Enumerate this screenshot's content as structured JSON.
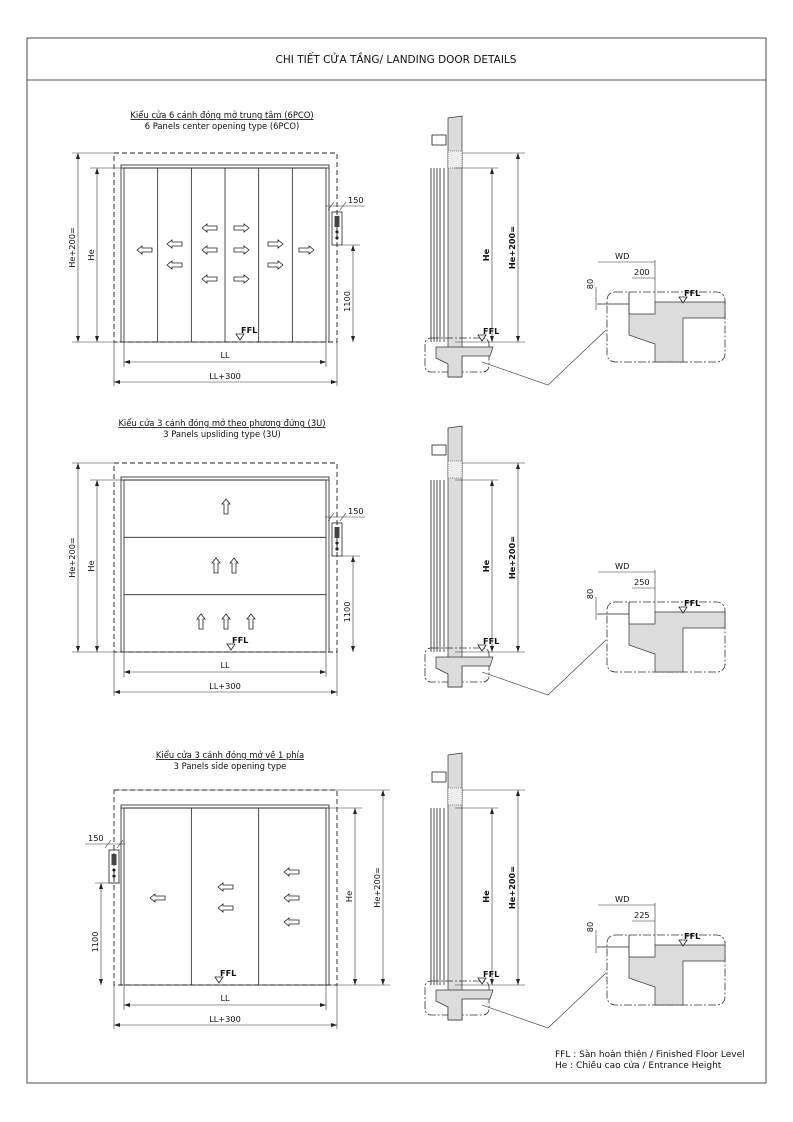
{
  "header": {
    "title": "CHI TIẾT CỬA TẦNG/ LANDING DOOR DETAILS"
  },
  "sections": [
    {
      "title_vi": "Kiểu cửa 6 cánh đóng mở trung tâm (6PCO)",
      "title_en": "6 Panels center opening type (6PCO)",
      "labels": {
        "he200": "He+200=",
        "he": "He",
        "ll": "LL",
        "ll300": "LL+300",
        "dim150": "150",
        "dim1100": "1100",
        "ffl": "FFL",
        "side_he": "He",
        "side_he200": "He+200=",
        "side_ffl": "FFL",
        "wd": "WD",
        "sill": "200",
        "dim80": "80",
        "detail_ffl": "FFL"
      }
    },
    {
      "title_vi": "Kiểu cửa 3 cánh đóng mở theo phương đứng (3U)",
      "title_en": "3 Panels upsliding type (3U)",
      "labels": {
        "he200": "He+200=",
        "he": "He",
        "ll": "LL",
        "ll300": "LL+300",
        "dim150": "150",
        "dim1100": "1100",
        "ffl": "FFL",
        "side_he": "He",
        "side_he200": "He+200=",
        "side_ffl": "FFL",
        "wd": "WD",
        "sill": "250",
        "dim80": "80",
        "detail_ffl": "FFL"
      }
    },
    {
      "title_vi": "Kiểu cửa 3 cánh đóng mở về 1 phía",
      "title_en": "3 Panels side opening type",
      "labels": {
        "he200": "He+200=",
        "he": "He",
        "ll": "LL",
        "ll300": "LL+300",
        "dim150": "150",
        "dim1100": "1100",
        "ffl": "FFL",
        "side_he": "He",
        "side_he200": "He+200=",
        "side_ffl": "FFL",
        "wd": "WD",
        "sill": "225",
        "dim80": "80",
        "detail_ffl": "FFL"
      }
    }
  ],
  "legend": {
    "ffl": "FFL : Sàn hoàn thiện / Finished Floor Level",
    "he": "He : Chiều cao cửa / Entrance Height"
  }
}
